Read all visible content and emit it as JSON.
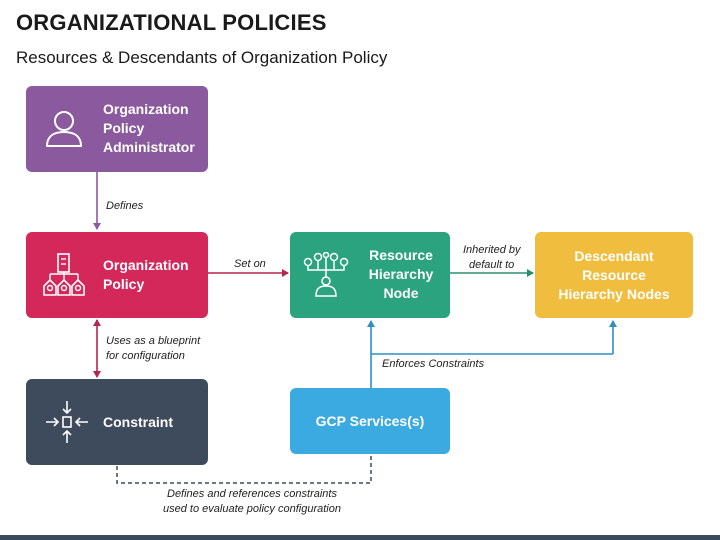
{
  "header": {
    "title": "ORGANIZATIONAL POLICIES",
    "subtitle": "Resources & Descendants of Organization Policy"
  },
  "nodes": {
    "admin": {
      "label": "Organization Policy Administrator",
      "color": "#8b5a9e",
      "icon": "user-icon"
    },
    "policy": {
      "label": "Organization Policy",
      "color": "#d4285a",
      "icon": "organization-hierarchy-icon"
    },
    "constraint": {
      "label": "Constraint",
      "color": "#3d4b5c",
      "icon": "compress-arrows-icon"
    },
    "resource": {
      "label": "Resource Hierarchy Node",
      "color": "#2ba37e",
      "icon": "hierarchy-tree-icon"
    },
    "descendant": {
      "label": "Descendant Resource Hierarchy Nodes",
      "color": "#f0bd3e"
    },
    "gcp": {
      "label": "GCP Services(s)",
      "color": "#3aaae0"
    }
  },
  "connectors": {
    "defines": "Defines",
    "set_on": "Set on",
    "inherited_line1": "Inherited by",
    "inherited_line2": "default to",
    "blueprint_line1": "Uses as a blueprint",
    "blueprint_line2": "for configuration",
    "enforces": "Enforces Constraints",
    "references_line1": "Defines and references constraints",
    "references_line2": "used to evaluate policy configuration"
  }
}
